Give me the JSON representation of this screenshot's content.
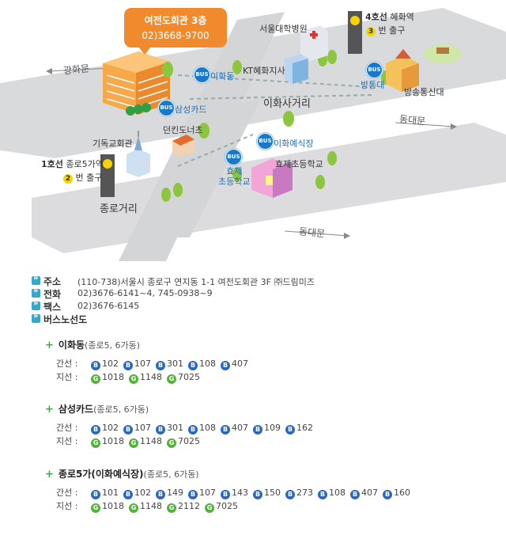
{
  "callout": {
    "name": "여전도회관 3층",
    "phone": "02)3668-9700"
  },
  "map": {
    "labels": {
      "gwanghwamun": "광화문",
      "dongdaemun_top": "동대문",
      "dongdaemun_bottom": "동대문",
      "ihwa_intersection": "이화사거리",
      "jongno_intersection": "종로거리",
      "snuh": "서울대학병원",
      "kt": "KT혜화지사",
      "line4_prefix": "4호선",
      "line4_station": "혜화역",
      "line4_exit_num": "3",
      "line4_exit": "번 출구",
      "bangtongdae_bus": "방통대",
      "bangtongdae": "방송통신대",
      "dunkin": "던킨도너츠",
      "church": "기독교회관",
      "line1_prefix": "1호선",
      "line1_station": "종로5가역",
      "line1_exit_num": "2",
      "line1_exit": "번 출구",
      "hyoje_school": "효제초등학교",
      "hyoje_bus": "효제\n초등학교"
    },
    "bus_stops": [
      "이화동",
      "삼성카드",
      "이화예식장"
    ],
    "bus_badge": "BUS"
  },
  "info": {
    "address": {
      "key": "주소",
      "value": "(110-738)서울시 종로구 연지동 1-1 여전도회관 3F ㈜드림미즈"
    },
    "phone": {
      "key": "전화",
      "value": "02)3676-6141~4, 745-0938~9"
    },
    "fax": {
      "key": "팩스",
      "value": "02)3676-6145"
    },
    "bus": {
      "key": "버스노선도"
    }
  },
  "routes": {
    "trunk_label": "간선 :",
    "branch_label": "지선 :",
    "sections": [
      {
        "title": "이화동",
        "sub": "(종로5, 6가동)",
        "trunk": [
          "102",
          "107",
          "301",
          "108",
          "407"
        ],
        "branch": [
          "1018",
          "1148",
          "7025"
        ]
      },
      {
        "title": "삼성카드",
        "sub": "(종로5, 6가동)",
        "trunk": [
          "102",
          "107",
          "301",
          "108",
          "407",
          "109",
          "162"
        ],
        "branch": [
          "1018",
          "1148",
          "7025"
        ]
      },
      {
        "title": "종로5가(이화예식장)",
        "sub": "(종로5, 6가동)",
        "trunk": [
          "101",
          "102",
          "149",
          "107",
          "143",
          "150",
          "273",
          "108",
          "407",
          "160"
        ],
        "branch": [
          "1018",
          "1148",
          "2112",
          "7025"
        ]
      }
    ],
    "trunk_letter": "B",
    "branch_letter": "G"
  },
  "colors": {
    "accent": "#f08a2c",
    "bus_blue": "#1b78c8",
    "trunk": "#2a66c4",
    "branch": "#55b13d",
    "info_bullet": "#36a9c8"
  }
}
